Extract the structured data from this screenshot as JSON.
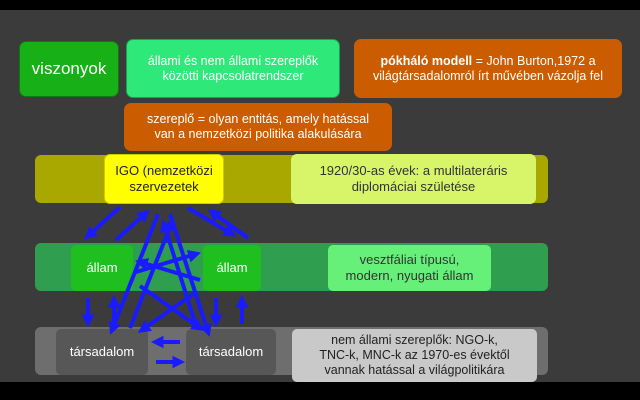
{
  "boxes": {
    "viszonyok": "viszonyok",
    "kapcsolat_line1": "állami és nem állami szereplők",
    "kapcsolat_line2": "közötti kapcsolatrendszer",
    "pokhalo_bold": "pókháló modell",
    "pokhalo_rest1": " = John Burton,1972 a",
    "pokhalo_line2": "világtársadalomról írt művében vázolja fel",
    "szereplo_line1": "szereplő = olyan entitás, amely hatással",
    "szereplo_line2": "van a nemzetközi politika alakulására",
    "igo_line1": "IGO (nemzetközi",
    "igo_line2": "szervezetek",
    "multilateral_line1": "1920/30-as évek: a multilateráris",
    "multilateral_line2": "diplomáciai születése",
    "allam_left": "állam",
    "allam_right": "állam",
    "westphalia_line1": "vesztfáliai típusú,",
    "westphalia_line2": "modern, nyugati állam",
    "tarsadalom_left": "társadalom",
    "tarsadalom_right": "társadalom",
    "nonstate_line1": "nem állami szereplők: NGO-k,",
    "nonstate_line2": "TNC-k, MNC-k az 1970-es évektől",
    "nonstate_line3": "vannak hatással a világpolitikára"
  },
  "colors": {
    "background": "#3b3b3b",
    "green_dark": "#17b017",
    "green_mint": "#2ee87a",
    "orange": "#cc5c00",
    "yellow": "#ffff00",
    "yellow_band": "#a8a800",
    "lime_light": "#d8f56a",
    "green_band": "#2f9e4f",
    "green_state": "#1fbf1f",
    "lime_green": "#66f07a",
    "grey_band": "#6e6e6e",
    "grey_dark": "#575757",
    "grey_light": "#c9c9c9",
    "arrow_blue": "#1a1aff"
  }
}
